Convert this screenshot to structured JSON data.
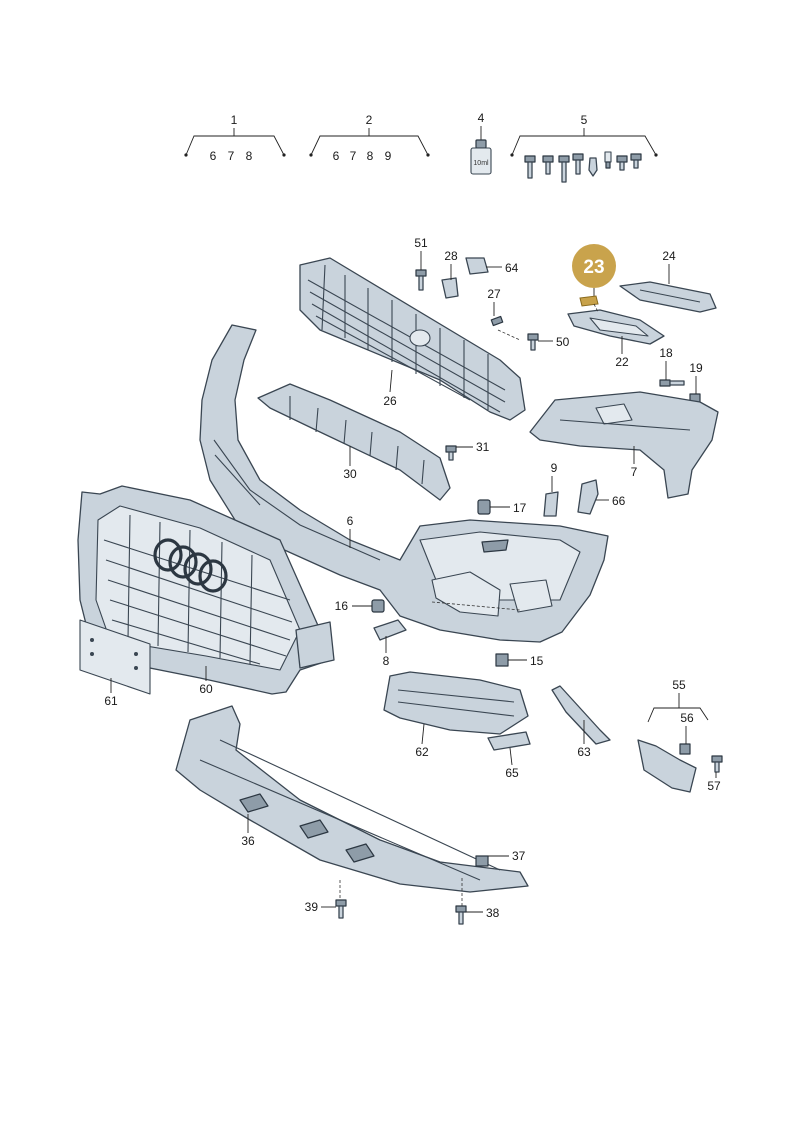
{
  "kits": {
    "k1": {
      "num": "1",
      "subs": [
        "6",
        "7",
        "8"
      ]
    },
    "k2": {
      "num": "2",
      "subs": [
        "6",
        "7",
        "8",
        "9"
      ]
    },
    "k4": {
      "num": "4",
      "bottle_text": "10ml"
    },
    "k5": {
      "num": "5"
    }
  },
  "highlight": {
    "num": "23",
    "color": "#c9a34c"
  },
  "colors": {
    "part_fill": "#c9d3dc",
    "outline": "#3a4652",
    "highlight": "#c9a34c"
  },
  "labels": {
    "l51": "51",
    "l28": "28",
    "l64": "64",
    "l27": "27",
    "l50": "50",
    "l24": "24",
    "l18": "18",
    "l22": "22",
    "l19": "19",
    "l26": "26",
    "l31": "31",
    "l30": "30",
    "l7": "7",
    "l9": "9",
    "l66": "66",
    "l17": "17",
    "l6": "6",
    "l16": "16",
    "l8": "8",
    "l15": "15",
    "l60": "60",
    "l61": "61",
    "l55": "55",
    "l56": "56",
    "l57": "57",
    "l62": "62",
    "l63": "63",
    "l65": "65",
    "l36": "36",
    "l37": "37",
    "l39": "39",
    "l38": "38"
  }
}
